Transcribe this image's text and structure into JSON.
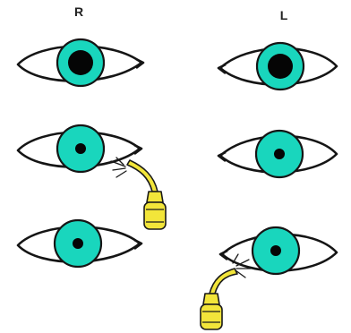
{
  "labels": {
    "right": "R",
    "left": "L"
  },
  "colors": {
    "iris": "#19d6bd",
    "lamp": "#f2e53a",
    "outline": "#151515"
  },
  "eyes": [
    {
      "side": "right",
      "row": 1,
      "pupil": "dilated"
    },
    {
      "side": "left",
      "row": 1,
      "pupil": "dilated"
    },
    {
      "side": "right",
      "row": 2,
      "pupil": "constricted",
      "light": "penlight"
    },
    {
      "side": "left",
      "row": 2,
      "pupil": "constricted"
    },
    {
      "side": "right",
      "row": 3,
      "pupil": "constricted"
    },
    {
      "side": "left",
      "row": 3,
      "pupil": "constricted",
      "light": "penlight"
    }
  ],
  "icons": [
    "eye-icon",
    "penlight-icon"
  ]
}
